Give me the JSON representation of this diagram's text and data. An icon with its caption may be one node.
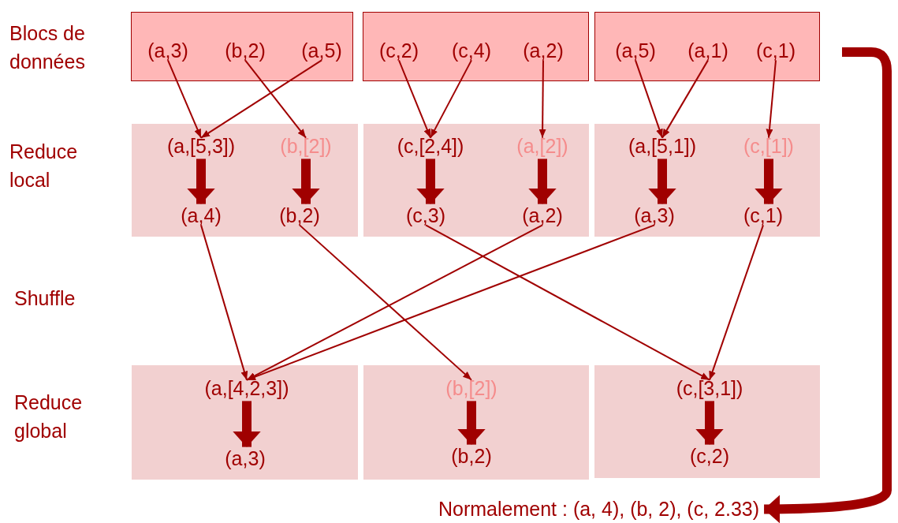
{
  "diagram": {
    "nodes": [
      {
        "text": [],
        "shape": "box"
      },
      {
        "text": [
          "(a,3)"
        ],
        "in": 0
      },
      {
        "text": [
          "(b,2)"
        ],
        "in": 0
      },
      {
        "text": [
          "(a,5)"
        ],
        "in": 0
      },
      {
        "text": [],
        "shape": "box"
      },
      {
        "text": [
          "(c,2)"
        ],
        "in": 4
      },
      {
        "text": [
          "(c,4)"
        ],
        "in": 4
      },
      {
        "text": [
          "(a,2)"
        ],
        "in": 4
      },
      {
        "text": [],
        "shape": "box"
      },
      {
        "text": [
          "(a,5)"
        ],
        "in": 8
      },
      {
        "text": [
          "(a,1)"
        ],
        "in": 8
      },
      {
        "text": [
          "(c,1)"
        ],
        "in": 8
      },
      {
        "text": [],
        "shape": "box"
      },
      {
        "text": [
          "(a,[5,3])"
        ],
        "in": 12
      },
      {
        "text": [
          "(b,[2])"
        ],
        "in": 12
      },
      {
        "text": [
          "(a,4)"
        ],
        "in": 12
      },
      {
        "text": [
          "(b,2)"
        ],
        "in": 12
      },
      {
        "text": [],
        "shape": "box"
      },
      {
        "text": [
          "(c,[2,4])"
        ],
        "in": 17
      },
      {
        "text": [
          "(a,[2])"
        ],
        "in": 17
      },
      {
        "text": [
          "(c,3)"
        ],
        "in": 17
      },
      {
        "text": [
          "(a,2)"
        ],
        "in": 17
      },
      {
        "text": [],
        "shape": "box"
      },
      {
        "text": [
          "(a,[5,1])"
        ],
        "in": 22
      },
      {
        "text": [
          "(c,[1])"
        ],
        "in": 22
      },
      {
        "text": [
          "(a,3)"
        ],
        "in": 22
      },
      {
        "text": [
          "(c,1)"
        ],
        "in": 22
      },
      {
        "text": [],
        "shape": "box"
      },
      {
        "text": [
          "(a,[4,2,3])"
        ],
        "in": 27
      },
      {
        "text": [
          "(a,3)"
        ],
        "in": 27
      },
      {
        "text": [],
        "shape": "box"
      },
      {
        "text": [
          "(b,[2])"
        ],
        "in": 30
      },
      {
        "text": [
          "(b,2)"
        ],
        "in": 30
      },
      {
        "text": [],
        "shape": "box"
      },
      {
        "text": [
          "(c,[3,1])"
        ],
        "in": 33
      },
      {
        "text": [
          "(c,2)"
        ],
        "in": 33
      },
      {
        "text": [
          "Normalement : (a, 4), (b, 2), (c, 2.33)"
        ]
      }
    ],
    "edges": [
      {
        "from": 1,
        "to": 13,
        "arrow": "to"
      },
      {
        "from": 3,
        "to": 13,
        "arrow": "to"
      },
      {
        "from": 2,
        "to": 14,
        "arrow": "to"
      },
      {
        "from": 5,
        "to": 18,
        "arrow": "to"
      },
      {
        "from": 6,
        "to": 18,
        "arrow": "to"
      },
      {
        "from": 7,
        "to": 19,
        "arrow": "to"
      },
      {
        "from": 9,
        "to": 23,
        "arrow": "to"
      },
      {
        "from": 10,
        "to": 23,
        "arrow": "to"
      },
      {
        "from": 11,
        "to": 24,
        "arrow": "to"
      },
      {
        "from": 13,
        "to": 15,
        "arrow": "to",
        "style": "thick"
      },
      {
        "from": 14,
        "to": 16,
        "arrow": "to",
        "style": "thick"
      },
      {
        "from": 18,
        "to": 20,
        "arrow": "to",
        "style": "thick"
      },
      {
        "from": 19,
        "to": 21,
        "arrow": "to",
        "style": "thick"
      },
      {
        "from": 23,
        "to": 25,
        "arrow": "to",
        "style": "thick"
      },
      {
        "from": 24,
        "to": 26,
        "arrow": "to",
        "style": "thick"
      },
      {
        "from": 15,
        "to": 28,
        "arrow": "to"
      },
      {
        "from": 16,
        "to": 31,
        "arrow": "to"
      },
      {
        "from": 20,
        "to": 34,
        "arrow": "to"
      },
      {
        "from": 21,
        "to": 28,
        "arrow": "to"
      },
      {
        "from": 25,
        "to": 28,
        "arrow": "to"
      },
      {
        "from": 26,
        "to": 34,
        "arrow": "to"
      },
      {
        "from": 28,
        "to": 29,
        "arrow": "to",
        "style": "thick"
      },
      {
        "from": 31,
        "to": 32,
        "arrow": "to",
        "style": "thick"
      },
      {
        "from": 34,
        "to": 35,
        "arrow": "to",
        "style": "thick"
      },
      {
        "from": null,
        "to": 36,
        "arrow": "to",
        "style": "thick"
      }
    ],
    "labels": [
      "Blocs de données",
      "Reduce local",
      "Shuffle",
      "Reduce global"
    ]
  }
}
